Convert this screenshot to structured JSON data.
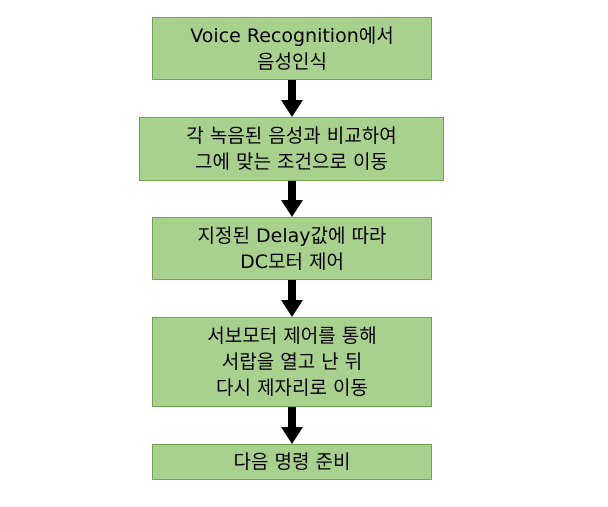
{
  "flowchart": {
    "steps": [
      {
        "lines": [
          "Voice Recognition에서",
          "음성인식"
        ]
      },
      {
        "lines": [
          "각 녹음된 음성과 비교하여",
          "그에 맞는 조건으로 이동"
        ]
      },
      {
        "lines": [
          "지정된 Delay값에 따라",
          "DC모터 제어"
        ]
      },
      {
        "lines": [
          "서보모터 제어를 통해",
          "서랍을 열고 난 뒤",
          "다시 제자리로 이동"
        ]
      },
      {
        "lines": [
          "다음 명령 준비"
        ]
      }
    ]
  },
  "colors": {
    "box_fill": "#a9d18e",
    "box_border": "#72a351",
    "arrow": "#000000"
  }
}
